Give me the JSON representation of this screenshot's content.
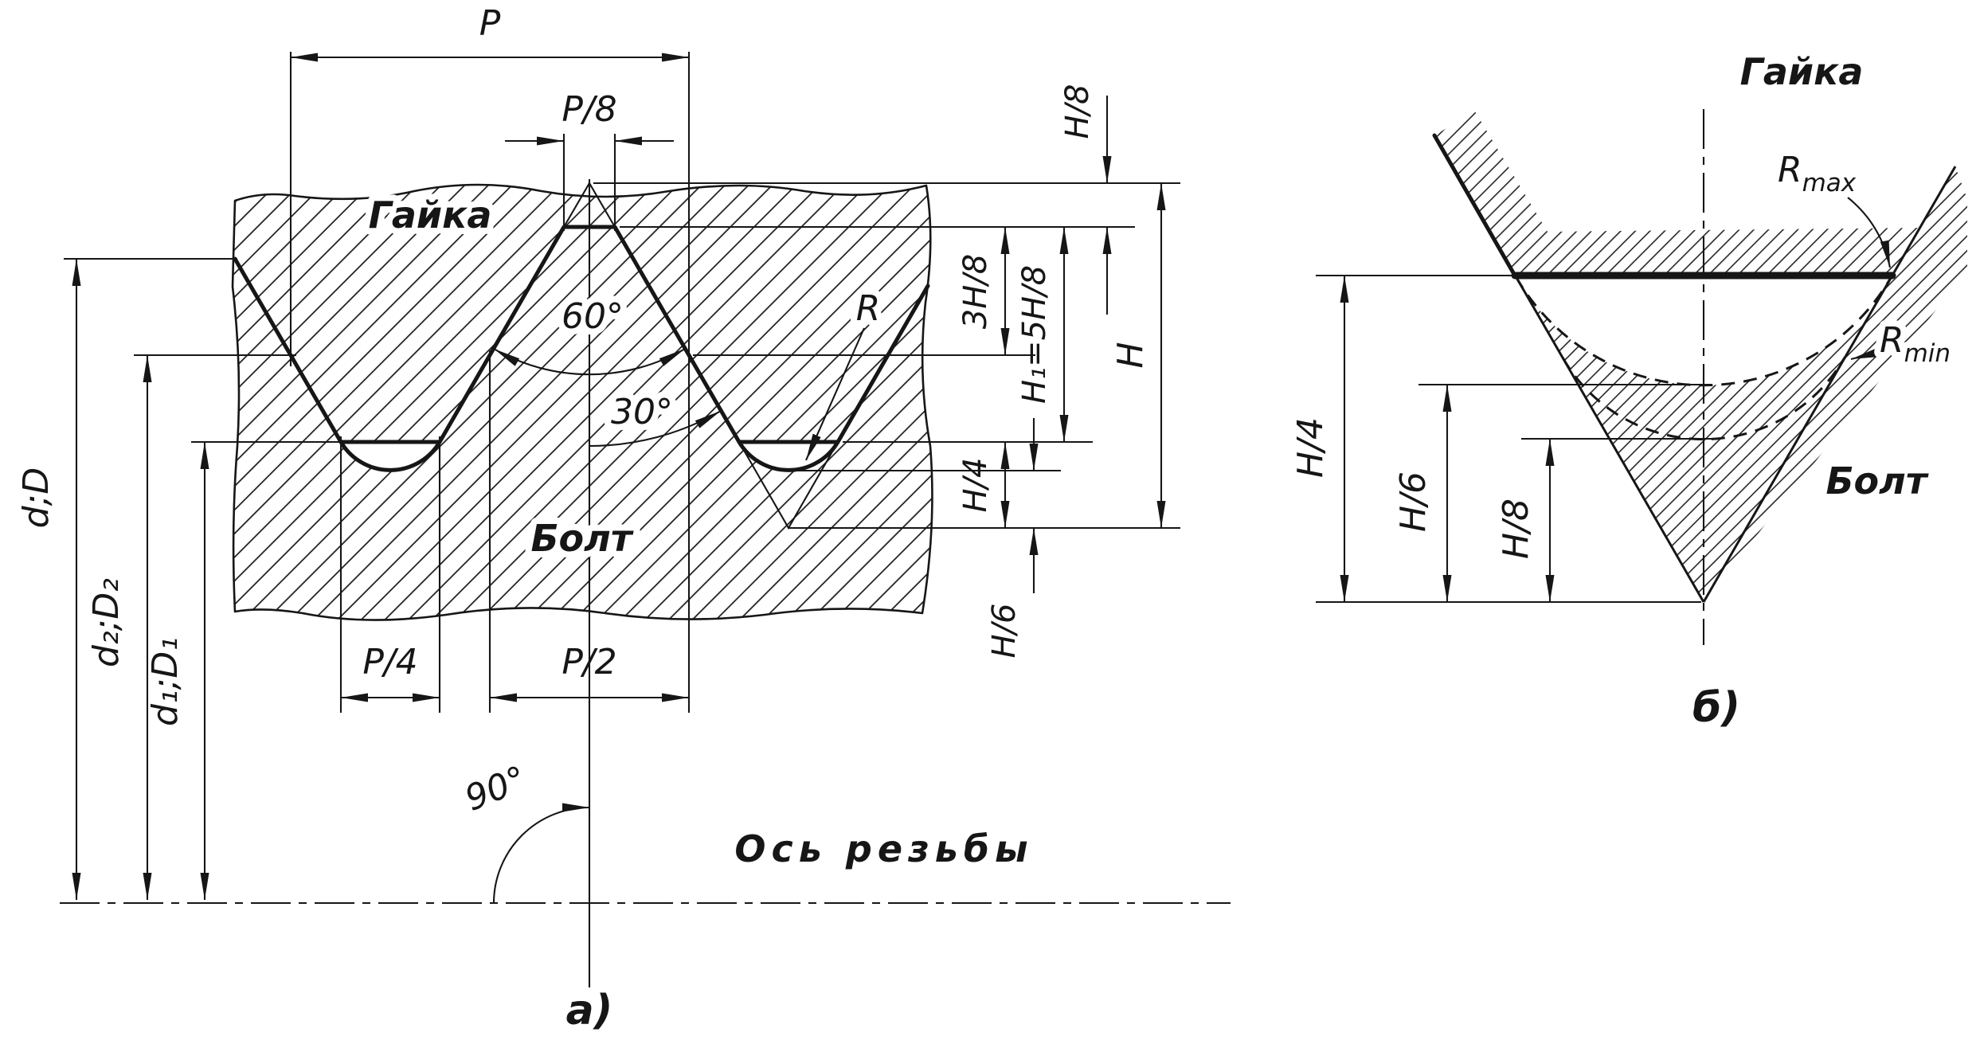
{
  "figure": {
    "background": "#ffffff",
    "ink": "#161616"
  },
  "left": {
    "nut_label": "Гайка",
    "bolt_label": "Болт",
    "axis_label": "Ось резьбы",
    "caption": "а)",
    "dims": {
      "pitch": "P",
      "p8": "P/8",
      "p4": "P/4",
      "p2": "P/2",
      "angle_full": "60°",
      "angle_half": "30°",
      "angle_axis": "90°",
      "root_radius": "R",
      "d_major": "d;D",
      "d_pitch": "d₂;D₂",
      "d_minor": "d₁;D₁",
      "h8": "H/8",
      "h38": "3H/8",
      "h1": "H₁=5H/8",
      "h": "H",
      "h4": "H/4",
      "h6": "H/6"
    }
  },
  "right": {
    "nut_label": "Гайка",
    "bolt_label": "Болт",
    "caption": "б)",
    "r_max": {
      "main": "R",
      "sub": "max"
    },
    "r_min": {
      "main": "R",
      "sub": "min"
    },
    "dims": {
      "h4": "H/4",
      "h6": "H/6",
      "h8": "H/8"
    }
  }
}
